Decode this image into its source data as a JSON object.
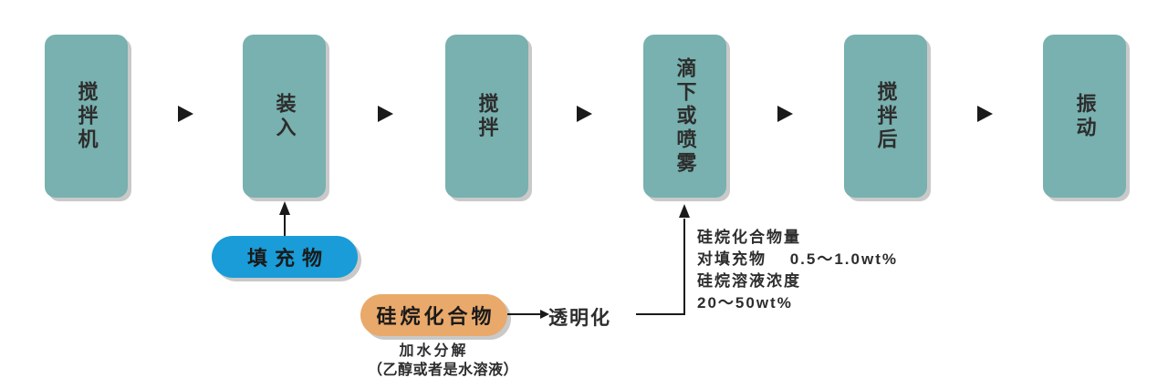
{
  "flow": {
    "steps": [
      {
        "label": "搅拌机"
      },
      {
        "label": "装入"
      },
      {
        "label": "搅拌"
      },
      {
        "label": "滴下或喷雾"
      },
      {
        "label": "搅拌后"
      },
      {
        "label": "振动"
      }
    ]
  },
  "filler": {
    "label": "填充物"
  },
  "silane": {
    "label": "硅烷化合物",
    "note_line1": "加水分解",
    "note_line2": "（乙醇或者是水溶液）",
    "process_label": "透明化"
  },
  "annotation": {
    "line1": "硅烷化合物量",
    "line2": "对填充物　 0.5～1.0wt%",
    "line3": "硅烷溶液浓度",
    "line4": "20～50wt%"
  },
  "colors": {
    "step_fill": "#78b1af",
    "filler_fill": "#199cd8",
    "silane_fill": "#e9a96b",
    "shadow": "#c9c9c9",
    "line": "#1a1a1a"
  }
}
